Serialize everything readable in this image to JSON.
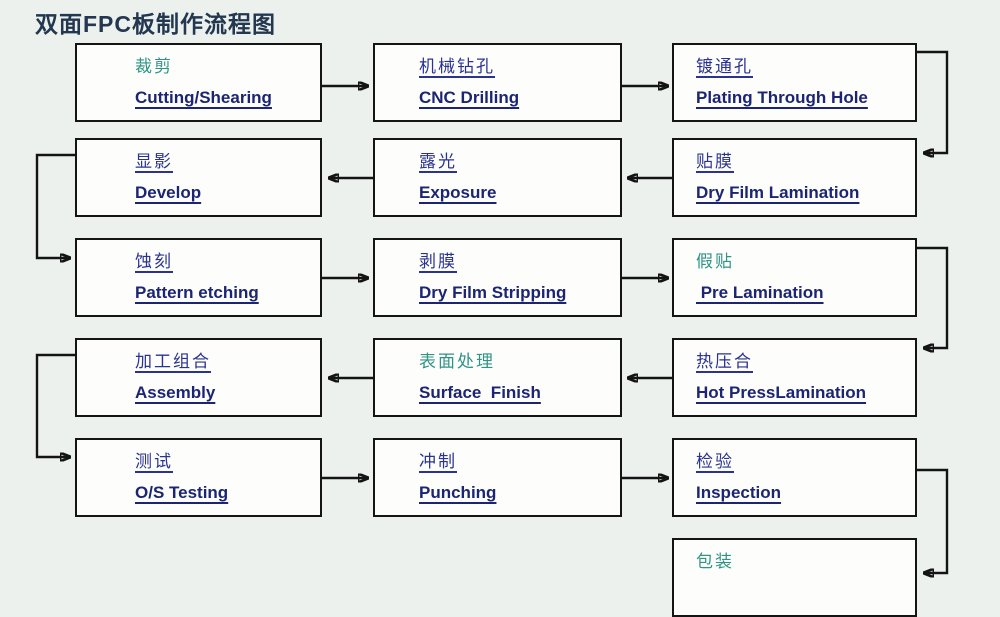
{
  "title": "双面FPC板制作流程图",
  "colors": {
    "navy_text": "#2a3391",
    "english_text": "#1b2573",
    "green_text": "#2f9484",
    "title_text": "#233750",
    "box_border": "#141414",
    "box_fill": "#fdfdfc",
    "background": "#edf1ee",
    "arrow": "#141414"
  },
  "flow": {
    "boxes": [
      {
        "cn": "裁剪",
        "en": "Cutting/Shearing",
        "cn_color": "green"
      },
      {
        "cn": "机械钻孔",
        "en": "CNC Drilling",
        "cn_color": "navy"
      },
      {
        "cn": "镀通孔",
        "en": "Plating Through Hole",
        "cn_color": "navy"
      },
      {
        "cn": "显影",
        "en": "Develop",
        "cn_color": "navy"
      },
      {
        "cn": "露光",
        "en": "Exposure",
        "cn_color": "navy"
      },
      {
        "cn": "贴膜",
        "en": "Dry Film Lamination",
        "cn_color": "navy"
      },
      {
        "cn": "蚀刻",
        "en": "Pattern etching",
        "cn_color": "navy"
      },
      {
        "cn": "剥膜",
        "en": "Dry Film Stripping",
        "cn_color": "navy"
      },
      {
        "cn": "假贴",
        "en": " Pre Lamination",
        "cn_color": "green"
      },
      {
        "cn": "加工组合",
        "en": "Assembly",
        "cn_color": "navy"
      },
      {
        "cn": "表面处理",
        "en": "Surface  Finish",
        "cn_color": "green"
      },
      {
        "cn": "热压合",
        "en": "Hot PressLamination",
        "cn_color": "navy"
      },
      {
        "cn": "测试",
        "en": "O/S Testing",
        "cn_color": "navy"
      },
      {
        "cn": "冲制",
        "en": "Punching",
        "cn_color": "navy"
      },
      {
        "cn": "检验",
        "en": "Inspection",
        "cn_color": "navy"
      },
      {
        "cn": "包装",
        "en": "",
        "cn_color": "green"
      }
    ]
  }
}
